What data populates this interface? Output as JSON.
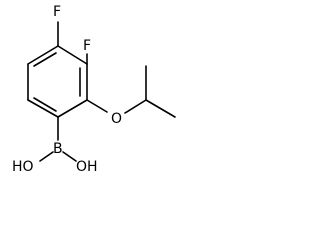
{
  "molecule": {
    "atoms": {
      "fluorine_top": "F",
      "fluorine_right": "F",
      "oxygen": "O",
      "boron": "B",
      "hydroxyl_left": "HO",
      "hydroxyl_right": "OH"
    }
  },
  "colors": {
    "bond": "#000000",
    "background": "#ffffff"
  }
}
